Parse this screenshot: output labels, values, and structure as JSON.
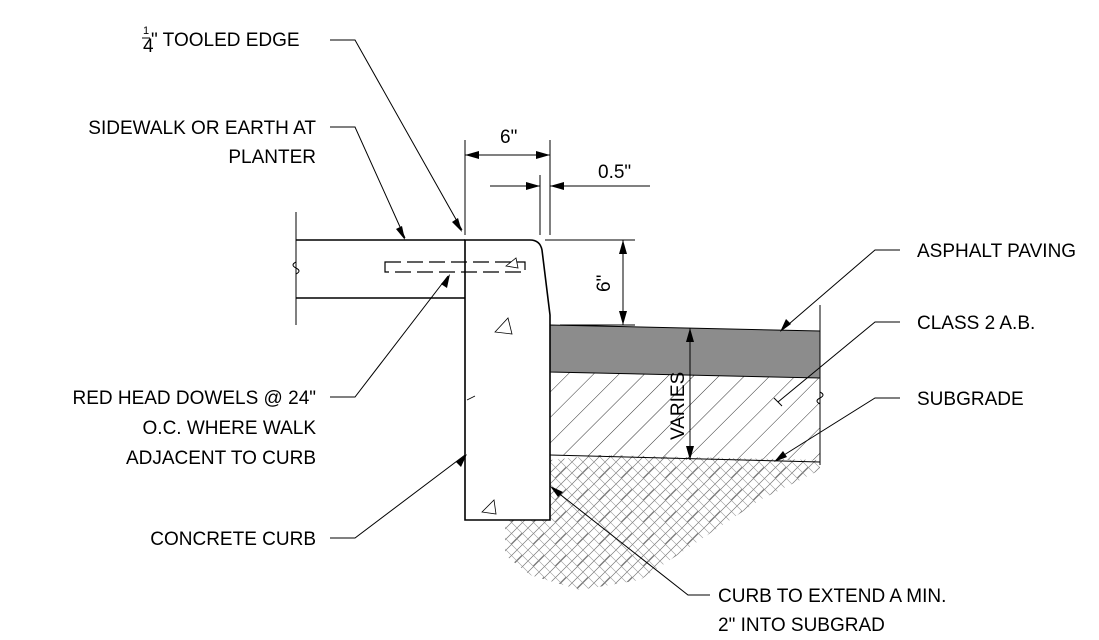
{
  "labels": {
    "tooled_edge_fraction_num": "1",
    "tooled_edge_fraction_den": "4",
    "tooled_edge": "\" TOOLED EDGE",
    "sidewalk_line1": "SIDEWALK OR EARTH AT",
    "sidewalk_line2": "PLANTER",
    "dowels_line1": "RED HEAD DOWELS @ 24\"",
    "dowels_line2": "O.C. WHERE WALK",
    "dowels_line3": "ADJACENT TO CURB",
    "concrete_curb": "CONCRETE CURB",
    "asphalt": "ASPHALT PAVING",
    "class2": "CLASS 2 A.B.",
    "subgrade": "SUBGRADE",
    "curb_extend_line1": "CURB TO EXTEND A MIN.",
    "curb_extend_line2": "2\" INTO SUBGRAD"
  },
  "dimensions": {
    "curb_width": "6\"",
    "offset": "0.5\"",
    "curb_height": "6\"",
    "base_depth": "VARIES"
  },
  "colors": {
    "asphalt": "#8c8c8c",
    "line": "#000000"
  }
}
